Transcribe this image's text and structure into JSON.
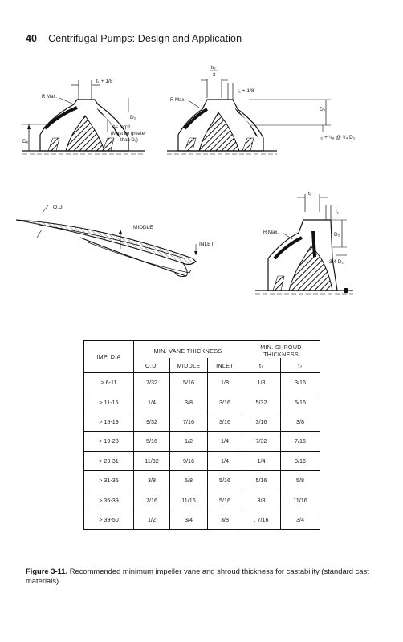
{
  "header": {
    "page_number": "40",
    "book_title": "Centrifugal Pumps: Design and Application"
  },
  "diagram_labels": {
    "t1_plus_eighth": "t₁ + 1/8",
    "r_max": "R Max.",
    "d2": "D₂",
    "de": "Dₑ",
    "as_reqd": "As req'd.",
    "must_be": "(Must be greater",
    "than_de": "than Dₑ)",
    "b2_over_2_num": "b₂",
    "b2_over_2_den": "2",
    "t2_formula": "t₂ + ¹/₈ @ ³/₄ D₂",
    "od": "O.D.",
    "middle": "MIDDLE",
    "inlet": "INLET",
    "t2": "t₂",
    "t1": "t₁",
    "three_quarter_d2": "3/4 D₂"
  },
  "table": {
    "headers": {
      "imp_dia": "IMP. DIA",
      "min_vane": "MIN. VANE THICKNESS",
      "od": "O.D.",
      "middle": "MIDDLE",
      "inlet": "INLET",
      "min_shroud_1": "MIN. SHROUD",
      "min_shroud_2": "THICKNESS",
      "t1": "t₁",
      "t2": "t₂"
    },
    "rows": [
      {
        "imp": "> 6-11",
        "od": "7/32",
        "middle": "5/16",
        "inlet": "1/8",
        "t1": "1/8",
        "t2": "3/16"
      },
      {
        "imp": "> 11-15",
        "od": "1/4",
        "middle": "3/8",
        "inlet": "3/16",
        "t1": "5/32",
        "t2": "5/16"
      },
      {
        "imp": "> 15-19",
        "od": "9/32",
        "middle": "7/16",
        "inlet": "3/16",
        "t1": "3/16",
        "t2": "3/8"
      },
      {
        "imp": "> 19-23",
        "od": "5/16",
        "middle": "1/2",
        "inlet": "1/4",
        "t1": "7/32",
        "t2": "7/16"
      },
      {
        "imp": "> 23-31",
        "od": "11/32",
        "middle": "9/16",
        "inlet": "1/4",
        "t1": "1/4",
        "t2": "9/16"
      },
      {
        "imp": "> 31-35",
        "od": "3/8",
        "middle": "5/8",
        "inlet": "5/16",
        "t1": "5/16",
        "t2": "5/8"
      },
      {
        "imp": "> 35-39",
        "od": "7/16",
        "middle": "11/16",
        "inlet": "5/16",
        "t1": "3/8",
        "t2": "11/16"
      },
      {
        "imp": "> 39-50",
        "od": "1/2",
        "middle": "3/4",
        "inlet": "3/8",
        "t1": ". 7/16",
        "t2": "3/4"
      }
    ]
  },
  "caption": {
    "label": "Figure 3-11.",
    "text": "Recommended minimum impeller vane and shroud thickness for castability (standard cast materials)."
  }
}
